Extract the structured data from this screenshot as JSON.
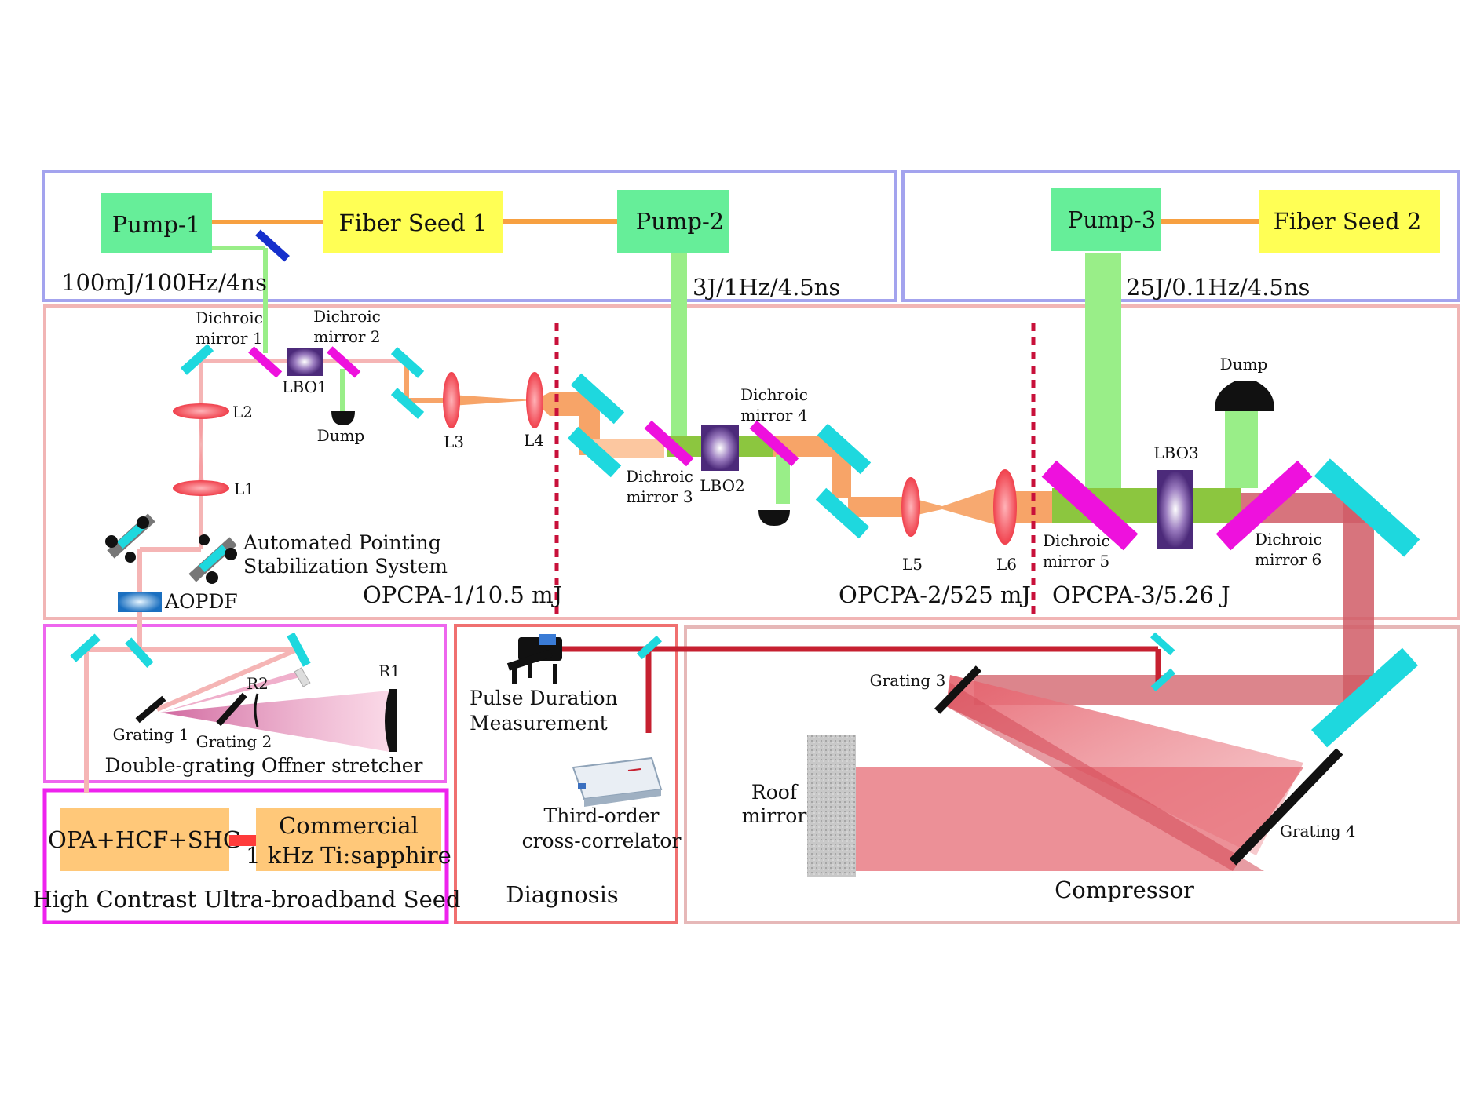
{
  "top_panels": {
    "left": {
      "pump1": "Pump-1",
      "fiber_seed1": "Fiber Seed 1",
      "pump2": "Pump-2",
      "spec1": "100mJ/100Hz/4ns",
      "spec2": "3J/1Hz/4.5ns"
    },
    "right": {
      "pump3": "Pump-3",
      "fiber_seed2": "Fiber Seed 2",
      "spec3": "25J/0.1Hz/4.5ns"
    }
  },
  "opcpa": {
    "dichroic1": [
      "Dichroic",
      "mirror 1"
    ],
    "dichroic2": [
      "Dichroic",
      "mirror 2"
    ],
    "dichroic3": [
      "Dichroic",
      "mirror 3"
    ],
    "dichroic4": [
      "Dichroic",
      "mirror 4"
    ],
    "dichroic5": [
      "Dichroic",
      "mirror 5"
    ],
    "dichroic6": [
      "Dichroic",
      "mirror 6"
    ],
    "lbo1": "LBO1",
    "lbo2": "LBO2",
    "lbo3": "LBO3",
    "dump": "Dump",
    "lenses": [
      "L1",
      "L2",
      "L3",
      "L4",
      "L5",
      "L6"
    ],
    "aps": [
      "Automated Pointing",
      "Stabilization System"
    ],
    "aopdf": "AOPDF",
    "stage1": "OPCPA-1/10.5 mJ",
    "stage2": "OPCPA-2/525 mJ",
    "stage3": "OPCPA-3/5.26 J"
  },
  "stretcher": {
    "grating1": "Grating 1",
    "grating2": "Grating 2",
    "r1": "R1",
    "r2": "R2",
    "title": "Double-grating Offner stretcher"
  },
  "seed": {
    "opa": "OPA+HCF+SHG",
    "commercial": [
      "Commercial",
      "1 kHz Ti:sapphire"
    ],
    "title": "High Contrast Ultra-broadband Seed"
  },
  "diagnosis": {
    "pulse": [
      "Pulse Duration",
      "Measurement"
    ],
    "third": [
      "Third-order",
      "cross-correlator"
    ],
    "title": "Diagnosis"
  },
  "compressor": {
    "grating3": "Grating 3",
    "grating4": "Grating 4",
    "roof": [
      "Roof",
      "mirror"
    ],
    "title": "Compressor"
  },
  "colors": {
    "pump_box": "#66ee99",
    "seed_box": "#ffff55",
    "seed_orange": "#ffc879",
    "beam_green": "#99ee88",
    "beam_orange": "#f7a468",
    "beam_red": "#c62030",
    "mirror_cyan": "#1ed8de",
    "dichroic_magenta": "#ee11dd",
    "panel_blue": "#a3a3ee",
    "panel_pink": "#f1b5b5",
    "panel_magenta": "#ee33ee"
  }
}
